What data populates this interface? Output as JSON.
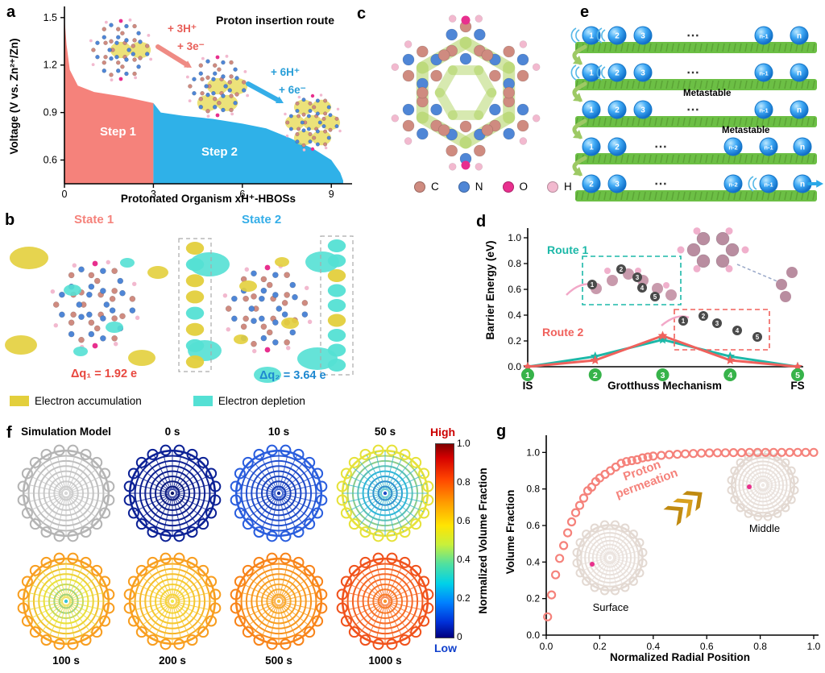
{
  "panel_labels": {
    "a": "a",
    "b": "b",
    "c": "c",
    "d": "d",
    "e": "e",
    "f": "f",
    "g": "g"
  },
  "panels": {
    "a": {
      "step1_label": "Step 1",
      "step2_label": "Step 2",
      "arrow1_line1": "+ 3H⁺",
      "arrow1_line2": "+ 3e⁻",
      "arrow2_line1": "+ 6H⁺",
      "arrow2_line2": "+ 6e⁻"
    },
    "b": {
      "state1": "State 1",
      "state2": "State 2",
      "dq1": "Δq₁ = 1.92 e",
      "dq2": "Δq₂ = 3.64 e",
      "legend": [
        {
          "label": "Electron accumulation",
          "color": "#e3cf3c"
        },
        {
          "label": "Electron depletion",
          "color": "#54e0d4"
        }
      ]
    },
    "c": {
      "legend": [
        {
          "label": "C",
          "color": "#cf8b80"
        },
        {
          "label": "N",
          "color": "#4f86d6"
        },
        {
          "label": "O",
          "color": "#e82f8e"
        },
        {
          "label": "H",
          "color": "#f2b9cf"
        }
      ]
    },
    "d": {
      "route1": "Route 1",
      "route2": "Route 2"
    },
    "e": {
      "rows": [
        {
          "items": [
            "1",
            "2",
            "3",
            "⋯",
            "n-1",
            "n"
          ]
        },
        {
          "items": [
            "1",
            "2",
            "3",
            "⋯",
            "n-1",
            "n"
          ]
        },
        {
          "items": [
            "1",
            "2",
            "3",
            "⋯",
            "n-1",
            "n"
          ]
        },
        {
          "items": [
            "1",
            "2",
            "⋯",
            "n-2",
            "n-1",
            "n"
          ]
        },
        {
          "items": [
            "2",
            "3",
            "⋯",
            "n-2",
            "n-1",
            "n"
          ]
        }
      ],
      "metastable": [
        "Metastable",
        "Metastable"
      ]
    },
    "f": {
      "wheels": [
        {
          "label": "Simulation Model",
          "colors": [
            "#d8d8d8",
            "#c6c6c6",
            "#b4b4b4"
          ]
        },
        {
          "label": "0 s",
          "colors": [
            "#091568",
            "#0c1e8e",
            "#0d2296"
          ]
        },
        {
          "label": "10 s",
          "colors": [
            "#0f2c9c",
            "#1b46c4",
            "#2a5ede"
          ]
        },
        {
          "label": "50 s",
          "colors": [
            "#2350c8",
            "#2eb6da",
            "#e6e23a"
          ]
        },
        {
          "label": "100 s",
          "colors": [
            "#38c4d8",
            "#eae23c",
            "#f89e20"
          ]
        },
        {
          "label": "200 s",
          "colors": [
            "#f0ea48",
            "#f6c930",
            "#f89e20"
          ]
        },
        {
          "label": "500 s",
          "colors": [
            "#f8c040",
            "#f89e20",
            "#f8841a"
          ]
        },
        {
          "label": "1000 s",
          "colors": [
            "#f8942c",
            "#f86e28",
            "#f0521c"
          ]
        }
      ],
      "colorbar": {
        "high": "High",
        "low": "Low",
        "ticks": [
          "1.0",
          "0.8",
          "0.6",
          "0.4",
          "0.2",
          "0"
        ],
        "label": "Normalized Volume Fraction"
      }
    },
    "g": {
      "annotation": "Proton permeation",
      "surface": "Surface",
      "middle": "Middle"
    }
  },
  "chart_data": [
    {
      "id": "a",
      "type": "area",
      "title": "Proton insertion route",
      "xlabel": "Protonated Organism xH⁺-HBOSs",
      "ylabel": "Voltage (V vs. Zn²⁺/Zn)",
      "xlim": [
        0,
        9.7
      ],
      "ylim": [
        0.45,
        1.55
      ],
      "xticks": [
        0,
        3,
        6,
        9
      ],
      "yticks": [
        0.6,
        0.9,
        1.2,
        1.5
      ],
      "series": [
        {
          "name": "Step 1",
          "color": "#f5827b",
          "points": [
            [
              0,
              1.5
            ],
            [
              0.07,
              1.33
            ],
            [
              0.18,
              1.17
            ],
            [
              0.45,
              1.07
            ],
            [
              1.0,
              1.03
            ],
            [
              2.0,
              1.0
            ],
            [
              3.0,
              0.96
            ]
          ]
        },
        {
          "name": "Step 2",
          "color": "#2fb1e8",
          "points": [
            [
              3.0,
              0.96
            ],
            [
              3.25,
              0.9
            ],
            [
              4.0,
              0.88
            ],
            [
              5.0,
              0.86
            ],
            [
              6.0,
              0.83
            ],
            [
              6.8,
              0.8
            ],
            [
              7.6,
              0.74
            ],
            [
              8.4,
              0.67
            ],
            [
              9.0,
              0.6
            ],
            [
              9.3,
              0.52
            ],
            [
              9.4,
              0.47
            ]
          ]
        }
      ]
    },
    {
      "id": "d",
      "type": "line",
      "ylabel": "Barrier Energy (eV)",
      "ylim": [
        0,
        1.05
      ],
      "yticks": [
        0.0,
        0.2,
        0.4,
        0.6,
        0.8,
        1.0
      ],
      "xaxis_labels": [
        "IS",
        "Grotthuss Mechanism",
        "FS"
      ],
      "point_labels": [
        "1",
        "2",
        "3",
        "4",
        "5"
      ],
      "series": [
        {
          "name": "Route 1",
          "color": "#1cb8a8",
          "values": [
            0.0,
            0.08,
            0.21,
            0.08,
            0.0
          ]
        },
        {
          "name": "Route 2",
          "color": "#f0615c",
          "values": [
            0.0,
            0.05,
            0.24,
            0.05,
            0.0
          ]
        }
      ]
    },
    {
      "id": "g",
      "type": "scatter",
      "xlabel": "Normalized Radial Position",
      "ylabel": "Volume Fraction",
      "xlim": [
        0,
        1.0
      ],
      "ylim": [
        0,
        1.05
      ],
      "xticks": [
        0.0,
        0.2,
        0.4,
        0.6,
        0.8,
        1.0
      ],
      "yticks": [
        0.0,
        0.2,
        0.4,
        0.6,
        0.8,
        1.0
      ],
      "marker_color": "#f5827b",
      "points": [
        [
          0.005,
          0.1
        ],
        [
          0.02,
          0.22
        ],
        [
          0.035,
          0.33
        ],
        [
          0.05,
          0.42
        ],
        [
          0.065,
          0.49
        ],
        [
          0.08,
          0.56
        ],
        [
          0.095,
          0.62
        ],
        [
          0.11,
          0.67
        ],
        [
          0.125,
          0.71
        ],
        [
          0.14,
          0.75
        ],
        [
          0.155,
          0.79
        ],
        [
          0.17,
          0.81
        ],
        [
          0.185,
          0.84
        ],
        [
          0.2,
          0.86
        ],
        [
          0.22,
          0.88
        ],
        [
          0.24,
          0.9
        ],
        [
          0.26,
          0.92
        ],
        [
          0.28,
          0.94
        ],
        [
          0.3,
          0.95
        ],
        [
          0.32,
          0.955
        ],
        [
          0.34,
          0.96
        ],
        [
          0.36,
          0.97
        ],
        [
          0.38,
          0.975
        ],
        [
          0.4,
          0.98
        ],
        [
          0.43,
          0.984
        ],
        [
          0.46,
          0.988
        ],
        [
          0.49,
          0.99
        ],
        [
          0.52,
          0.992
        ],
        [
          0.55,
          0.994
        ],
        [
          0.58,
          0.996
        ],
        [
          0.61,
          0.997
        ],
        [
          0.64,
          0.998
        ],
        [
          0.67,
          0.998
        ],
        [
          0.7,
          0.999
        ],
        [
          0.73,
          0.999
        ],
        [
          0.76,
          1.0
        ],
        [
          0.79,
          1.0
        ],
        [
          0.82,
          1.0
        ],
        [
          0.85,
          1.0
        ],
        [
          0.88,
          1.0
        ],
        [
          0.91,
          1.0
        ],
        [
          0.94,
          1.0
        ],
        [
          0.97,
          1.0
        ],
        [
          1.0,
          1.0
        ]
      ]
    }
  ]
}
